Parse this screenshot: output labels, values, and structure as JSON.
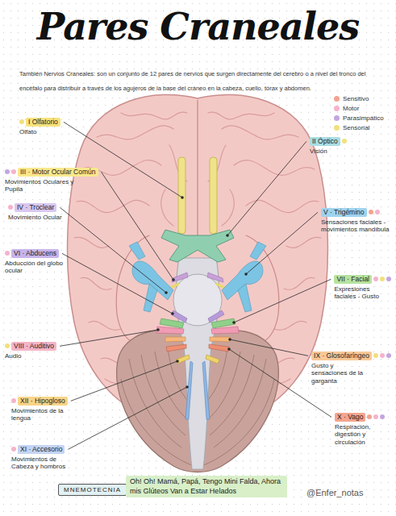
{
  "diagram": {
    "title": "Pares Craneales",
    "nodes": [
      {
        "text": [
          "I Olfatorio",
          "Olfato"
        ]
      },
      {
        "text": [
          "II Óptico",
          "Visión"
        ]
      },
      {
        "text": [
          "III · Motor Ocular Común",
          "Movimientos Oculares y Pupila"
        ]
      },
      {
        "text": [
          "IV · Troclear",
          "Movimiento Ocular"
        ]
      },
      {
        "text": [
          "V · Trigémino",
          "Sensaciones faciales - movimientos mandíbula"
        ]
      },
      {
        "text": [
          "VI · Abducens",
          "Abducción del globo ocular"
        ]
      },
      {
        "text": [
          "VII · Facial",
          "Expresiones faciales - Gusto"
        ]
      },
      {
        "text": [
          "VIII · Auditivo",
          "Audio"
        ]
      },
      {
        "text": [
          "IX · Glosofaríngeo",
          "Gusto y sensaciones de la garganta"
        ]
      },
      {
        "text": [
          "XII · Hipogloso",
          "Movimientos de la lengua"
        ]
      },
      {
        "text": [
          "X · Vago",
          "Respiración, digestión y circulación"
        ]
      },
      {
        "text": [
          "XI · Accesorio",
          "Movimientos de Cabeza y hombros"
        ]
      },
      {
        "text": [
          "MNEMOTECNIA"
        ]
      },
      {
        "text": [
          "Oh! Oh! Mamá, Papá, Tengo Mini Falda, Ahora mis Glúteos Van a Estar Helados"
        ]
      }
    ],
    "labels": [
      "También Nervios Craneales: son un conjunto de 12 pares de nervios que surgen directamente del cerebro o a nivel del tronco del encéfalo para distribuir a través de los agujeros de la base del cráneo en la cabeza, cuello, tórax y abdomen.",
      "@Enfer_notas"
    ],
    "legend": [
      {
        "text": "Sensitivo",
        "color": "#f2a48f"
      },
      {
        "text": "Motor",
        "color": "#f5b3cd"
      },
      {
        "text": "Parasimpático",
        "color": "#c3a6e0"
      },
      {
        "text": "Sensorial",
        "color": "#f1e07c"
      }
    ]
  }
}
